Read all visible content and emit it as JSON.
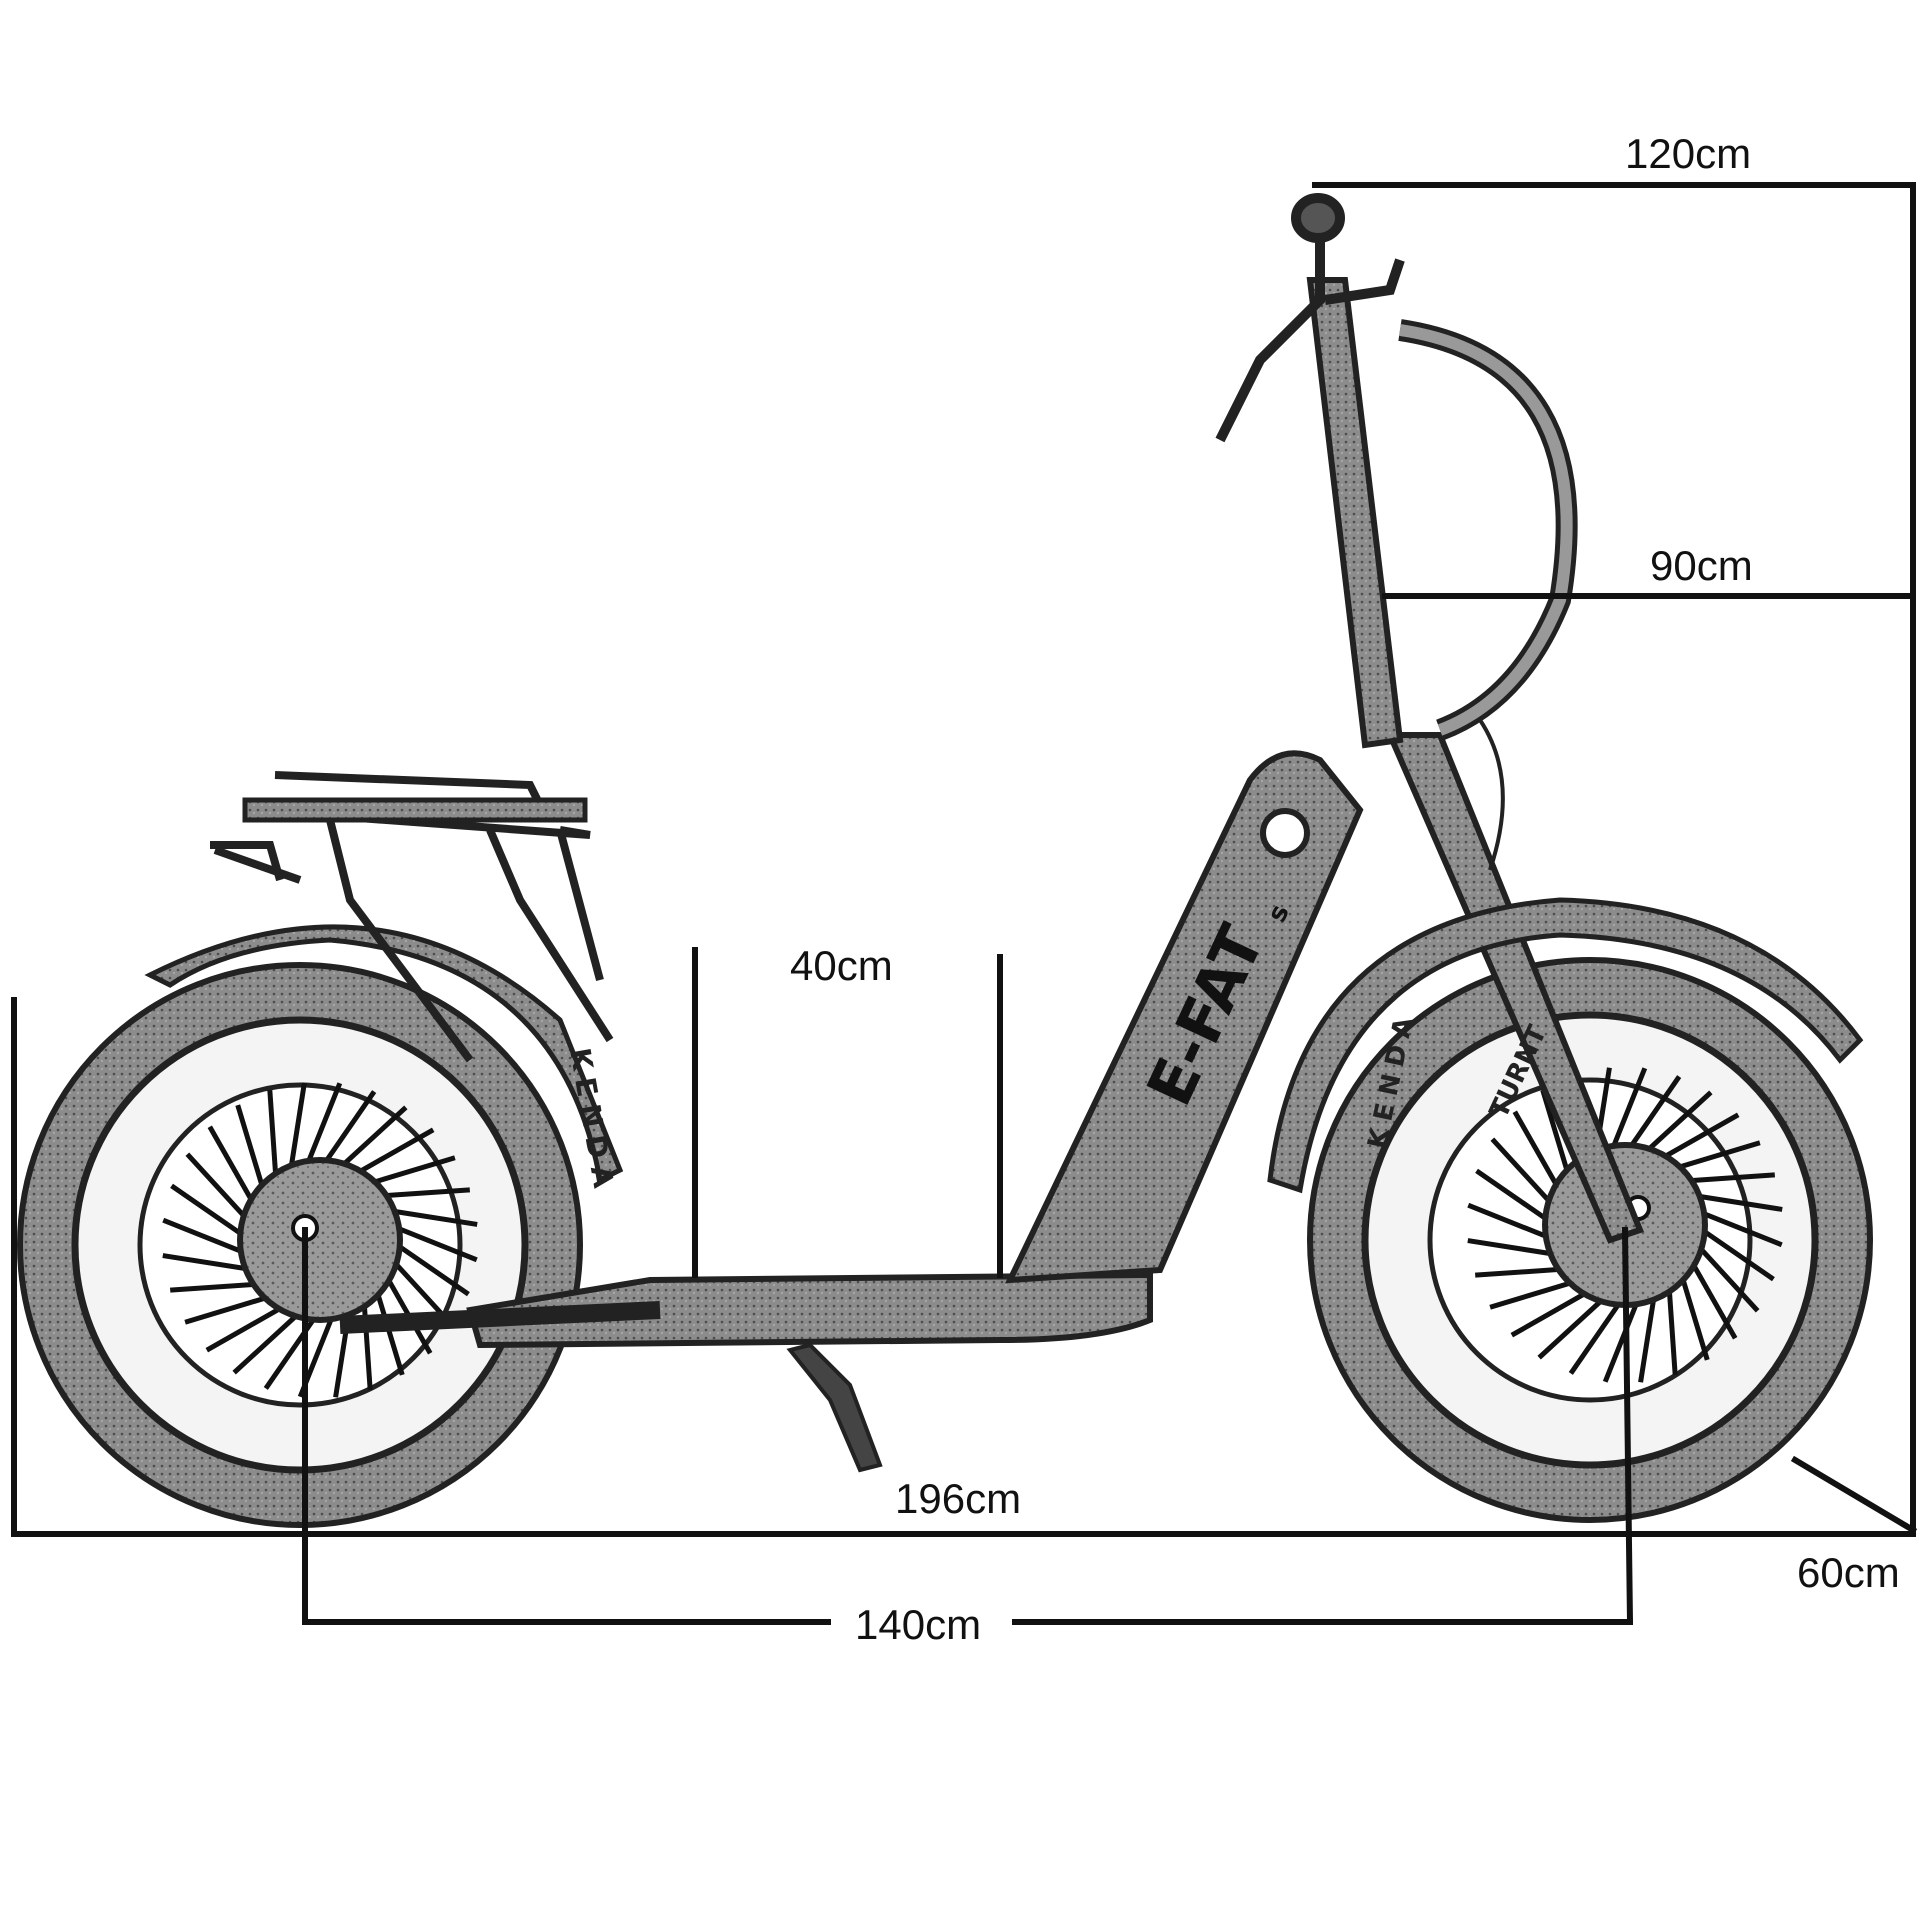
{
  "dimensions": {
    "overall_height": "120cm",
    "handlebar_to_deck_height": "90cm",
    "deck_length": "40cm",
    "overall_length": "196cm",
    "wheelbase": "140cm",
    "width": "60cm"
  },
  "branding": {
    "frame_logo": "E-FAT",
    "frame_logo_suffix": "s",
    "tire_brand": "KENDA",
    "fork_brand": "TURNT"
  },
  "colors": {
    "line": "#111111",
    "background": "#ffffff",
    "sketch_fill": "#8a8a8a",
    "sketch_dark": "#222222"
  }
}
